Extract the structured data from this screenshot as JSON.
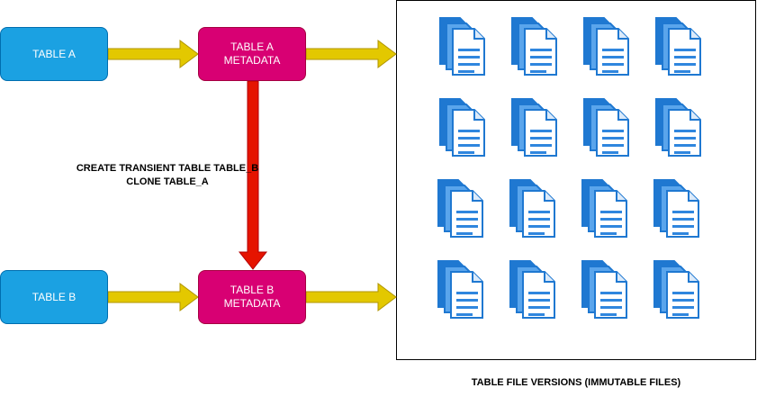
{
  "colors": {
    "table_fill": "#1ba1e2",
    "table_stroke": "#006eaf",
    "metadata_fill": "#d80073",
    "metadata_stroke": "#a50040",
    "yellow_arrow": "#e3c800",
    "yellow_arrow_stroke": "#b09500",
    "red_arrow": "#e51400",
    "red_arrow_stroke": "#b20000",
    "file_dark": "#1f78d1",
    "file_light": "#dbeafa",
    "file_lines": "#2f86de"
  },
  "nodes": {
    "table_a": "TABLE A",
    "table_a_metadata": "TABLE A\nMETADATA",
    "table_b": "TABLE B",
    "table_b_metadata": "TABLE B\nMETADATA"
  },
  "clone_command": "CREATE TRANSIENT TABLE TABLE_B\nCLONE TABLE_A",
  "files_caption": "TABLE FILE VERSIONS (IMMUTABLE FILES)",
  "file_icon": "document-stack-icon",
  "file_grid": {
    "rows": 4,
    "columns": 4
  }
}
